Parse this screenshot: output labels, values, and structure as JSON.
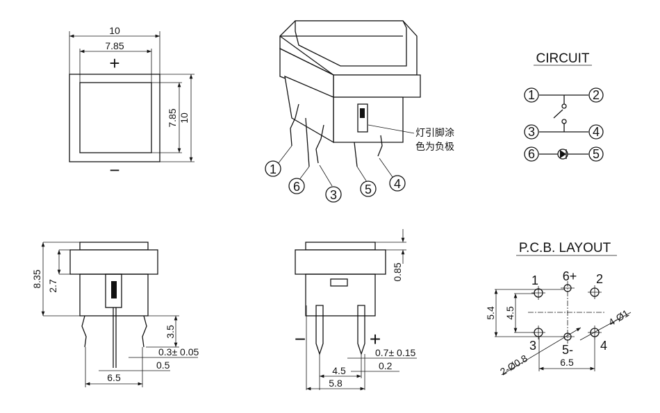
{
  "front_view": {
    "width_outer": "10",
    "width_inner": "7.85",
    "height_inner": "7.85",
    "height_outer": "10",
    "plus": "+",
    "minus": "−"
  },
  "iso_view": {
    "pins": [
      "1",
      "6",
      "3",
      "5",
      "4"
    ],
    "note_line1": "灯引脚涂",
    "note_line2": "色为负极"
  },
  "circuit": {
    "title": "CIRCUIT",
    "pins": [
      "1",
      "2",
      "3",
      "4",
      "6",
      "5"
    ]
  },
  "side_view_left": {
    "height_total": "8.35",
    "cap_height": "2.7",
    "lead_length": "3.5",
    "lead_thickness": "0.3± 0.05",
    "lead_offset": "0.5",
    "pitch": "6.5"
  },
  "side_view_right": {
    "cap_top": "0.85",
    "minus": "−",
    "plus": "+",
    "lead_width": "0.7± 0.15",
    "lead_thk": "0.2",
    "pitch_a": "4.5",
    "pitch_b": "5.8"
  },
  "pcb_layout": {
    "title": "P.C.B. LAYOUT",
    "pins": [
      "1",
      "6+",
      "2",
      "3",
      "5-",
      "4"
    ],
    "dim_a": "5.4",
    "dim_b": "4.5",
    "dim_c": "6.5",
    "hole_small": "2-Ø0.8",
    "hole_large": "4-Ø1"
  }
}
